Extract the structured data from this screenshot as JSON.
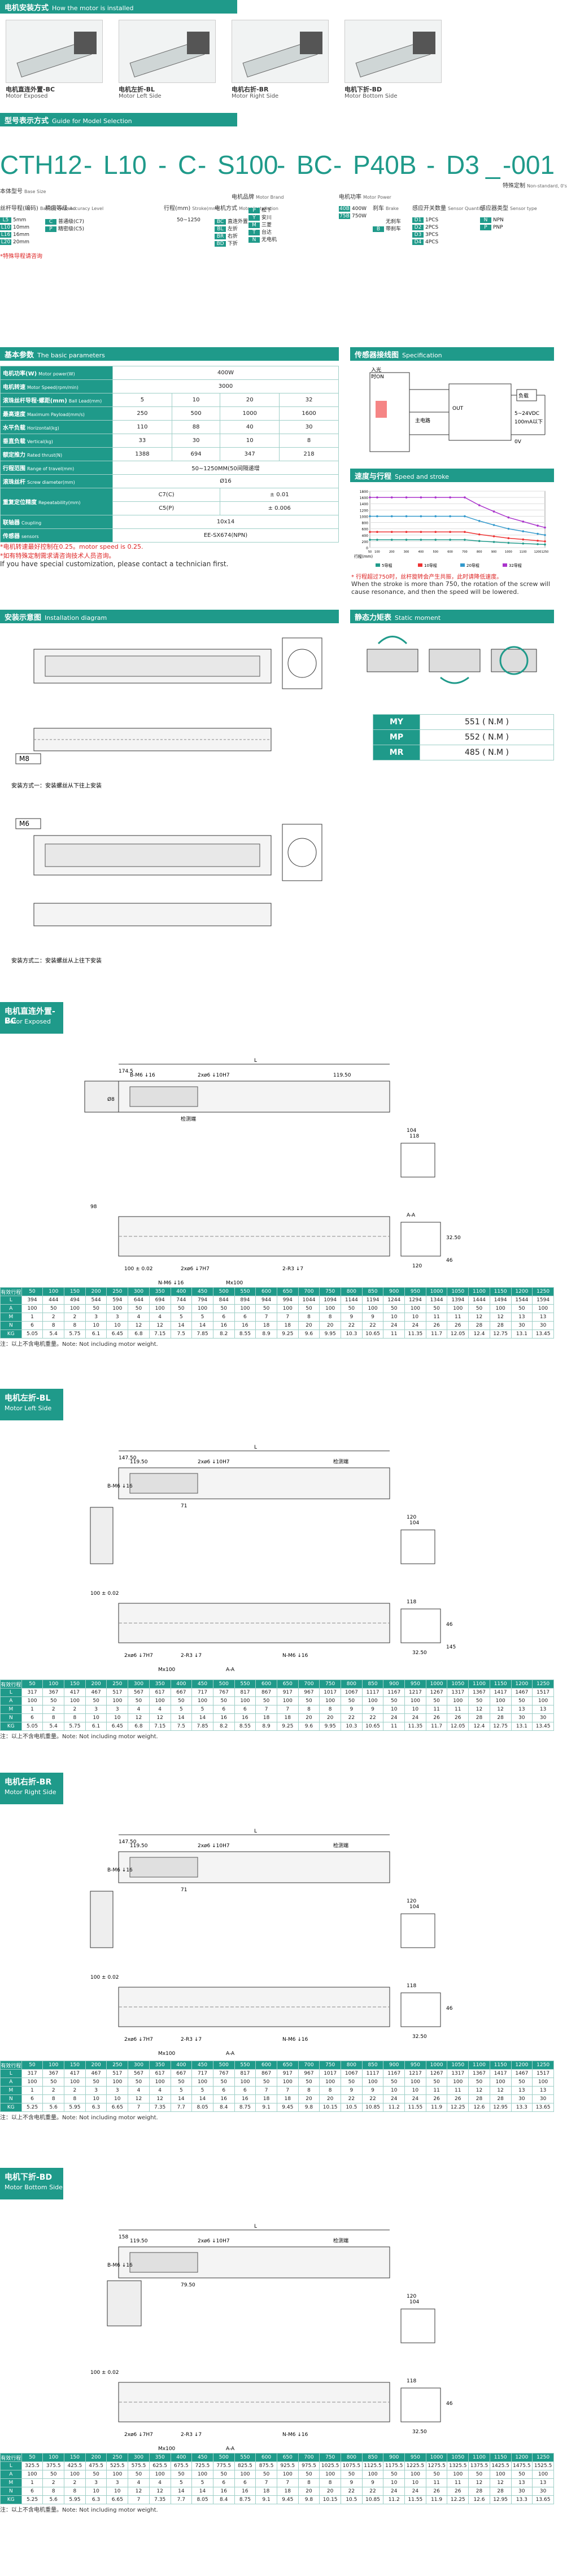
{
  "install": {
    "title": "电机安装方式",
    "title_en": "How the motor is installed",
    "tiles": [
      {
        "code": "电机直连外置-BC",
        "en": "Motor Exposed"
      },
      {
        "code": "电机左折-BL",
        "en": "Motor Left Side"
      },
      {
        "code": "电机右折-BR",
        "en": "Motor Right Side"
      },
      {
        "code": "电机下折-BD",
        "en": "Motor Bottom Side"
      }
    ]
  },
  "model": {
    "title": "型号表示方式",
    "title_en": "Guide for Model Selection",
    "parts": [
      "CTH12",
      "-",
      "L10",
      "-",
      "C",
      "-",
      "S100",
      "-",
      "BC",
      "-",
      "P40B",
      "-",
      "D3",
      "_",
      "-001"
    ],
    "labels": [
      {
        "cn": "本体型号",
        "en": "Base Size"
      },
      {
        "cn": "丝杆导程(编码)",
        "en": "Ball Screw Lead"
      },
      {
        "cn": "精度等级",
        "en": "Accuracy Level"
      },
      {
        "cn": "行程(mm)",
        "en": "Stroke(mm)"
      },
      {
        "cn": "电机方式",
        "en": "Motor Installation"
      },
      {
        "cn": "电机品牌",
        "en": "Motor Brand"
      },
      {
        "cn": "电机功率",
        "en": "Motor Power"
      },
      {
        "cn": "刹车",
        "en": "Brake"
      },
      {
        "cn": "感应开关数量",
        "en": "Sensor Quantity"
      },
      {
        "cn": "感应器类型",
        "en": "Sensor type"
      },
      {
        "cn": "特殊定制",
        "en": "Non-standard, 0's"
      }
    ],
    "lead_opts": [
      [
        "L5",
        "5mm"
      ],
      [
        "L10",
        "10mm"
      ],
      [
        "L16",
        "16mm"
      ],
      [
        "L20",
        "20mm"
      ]
    ],
    "lead_note": "*特殊导程请咨询",
    "accuracy_opts": [
      [
        "C",
        "普通级(C7)"
      ],
      [
        "P",
        "精密级(C5)"
      ]
    ],
    "stroke_opts": [
      [
        "",
        "50~1250"
      ]
    ],
    "install_opts": [
      [
        "BC",
        "直连外置"
      ],
      [
        "BL",
        "左折"
      ],
      [
        "BR",
        "右折"
      ],
      [
        "BD",
        "下折"
      ]
    ],
    "brand_opts": [
      [
        "P",
        "松下"
      ],
      [
        "Y",
        "安川"
      ],
      [
        "M",
        "三菱"
      ],
      [
        "T",
        "台达"
      ],
      [
        "N",
        "无电机"
      ]
    ],
    "power_opts": [
      [
        "40B",
        "400W"
      ],
      [
        "75B",
        "750W"
      ]
    ],
    "brake_opts": [
      [
        "",
        "无刹车"
      ],
      [
        "B",
        "带刹车"
      ]
    ],
    "sensor_qty_opts": [
      [
        "D1",
        "1PCS"
      ],
      [
        "D2",
        "2PCS"
      ],
      [
        "D3",
        "3PCS"
      ],
      [
        "D4",
        "4PCS"
      ]
    ],
    "sensor_type_opts": [
      [
        "N",
        "NPN"
      ],
      [
        "P",
        "PNP"
      ]
    ]
  },
  "params": {
    "title": "基本参数",
    "title_en": "The basic parameters",
    "rows": [
      {
        "cn": "电机功率(W)",
        "en": "Motor power(W)",
        "vals": [
          "400W"
        ]
      },
      {
        "cn": "电机转速",
        "en": "Motor Speed(rpm/min)",
        "vals": [
          "3000"
        ]
      },
      {
        "cn": "滚珠丝杆导程·螺距(mm)",
        "en": "Ball Lead(mm)",
        "vals": [
          "5",
          "10",
          "20",
          "32"
        ]
      },
      {
        "cn": "最高速度",
        "en": "Maximum Payload(mm/s)",
        "vals": [
          "250",
          "500",
          "1000",
          "1600"
        ]
      },
      {
        "cn": "水平负载",
        "en": "Horizontal(kg)",
        "vals": [
          "110",
          "88",
          "40",
          "30"
        ]
      },
      {
        "cn": "垂直负载",
        "en": "Vertical(kg)",
        "vals": [
          "33",
          "30",
          "10",
          "8"
        ]
      },
      {
        "cn": "额定推力",
        "en": "Rated thrust(N)",
        "vals": [
          "1388",
          "694",
          "347",
          "218"
        ]
      },
      {
        "cn": "行程范围",
        "en": "Range of travel(mm)",
        "vals": [
          "50~1250MM(50间隔递增"
        ]
      },
      {
        "cn": "滚珠丝杆",
        "en": "Screw diameter(mm)",
        "vals": [
          "Ø16"
        ]
      },
      {
        "cn": "重复定位精度",
        "en": "Repeatability(mm)",
        "vals": [
          "C7(C)",
          "± 0.01"
        ]
      },
      {
        "cn": "",
        "en": "",
        "vals": [
          "C5(P)",
          "± 0.006"
        ]
      },
      {
        "cn": "联轴器",
        "en": "Coupling",
        "vals": [
          "10x14"
        ]
      },
      {
        "cn": "传感器",
        "en": "sensors",
        "vals": [
          "EE-SX674(NPN)"
        ]
      }
    ],
    "note1": "*电机转速最好控制在0.25。motor speed is 0.25.",
    "note2": "*如有特殊定制需求请咨询技术人员咨询。",
    "note3": "If you have special customization, please contact a technician first."
  },
  "sensor": {
    "title": "传感器接线图",
    "title_en": "Specification",
    "labels": [
      "入光",
      "时ON",
      "OUT",
      "主电路",
      "负载",
      "5~24VDC",
      "100mA以下",
      "0V"
    ]
  },
  "speed": {
    "title": "速度与行程",
    "title_en": "Speed and stroke",
    "note_cn": "* 行程超过750时，丝杆旋转会产生共振，此时请降低速度。",
    "note_en": "When the stroke is more than 750, the rotation of the screw will cause resonance, and then the speed will be lowered.",
    "legend": [
      "5导程",
      "10导程",
      "20导程",
      "32导程"
    ],
    "xlabel": "行程(mm)"
  },
  "chart_data": {
    "type": "line",
    "title": "",
    "xlabel": "行程(mm)",
    "ylabel": "",
    "x": [
      50,
      100,
      200,
      300,
      400,
      500,
      600,
      700,
      800,
      900,
      1000,
      1100,
      1200,
      1250
    ],
    "ylim": [
      0,
      1800
    ],
    "series": [
      {
        "name": "5导程",
        "values": [
          250,
          250,
          250,
          250,
          250,
          250,
          250,
          250,
          210,
          180,
          150,
          130,
          110,
          100
        ]
      },
      {
        "name": "10导程",
        "values": [
          500,
          500,
          500,
          500,
          500,
          500,
          500,
          500,
          420,
          360,
          300,
          260,
          220,
          200
        ]
      },
      {
        "name": "20导程",
        "values": [
          1000,
          1000,
          1000,
          1000,
          1000,
          1000,
          1000,
          1000,
          850,
          720,
          600,
          520,
          440,
          400
        ]
      },
      {
        "name": "32导程",
        "values": [
          1600,
          1600,
          1600,
          1600,
          1600,
          1600,
          1600,
          1600,
          1350,
          1150,
          960,
          830,
          700,
          640
        ]
      }
    ]
  },
  "diagram": {
    "title": "安装示意图",
    "title_en": "Installation diagram",
    "m8": "M8",
    "m6": "M6",
    "way1": "安装方式一：安装螺丝从下往上安装",
    "way2": "安装方式二：安装螺丝从上往下安装"
  },
  "moment": {
    "title": "静态力矩表",
    "title_en": "Static moment",
    "rows": [
      {
        "k": "MY",
        "v": "551 ( N.M )"
      },
      {
        "k": "MP",
        "v": "552 ( N.M )"
      },
      {
        "k": "MR",
        "v": "485 ( N.M )"
      }
    ]
  },
  "variants": [
    {
      "code": "电机直连外置-BC",
      "en": "Motor Exposed",
      "dims": [
        "L",
        "174.5",
        "B-M6 ↓16",
        "2xø6 ↓10H7",
        "Ø8",
        "119.50",
        "检测端",
        "98",
        "100 ± 0.02",
        "2xø6 ↓7H7",
        "2-R3 ↓7",
        "N-M6 ↓16",
        "Mx100",
        "A-A",
        "118",
        "104",
        "120",
        "32.50",
        "46"
      ]
    },
    {
      "code": "电机左折-BL",
      "en": "Motor Left Side",
      "dims": [
        "L",
        "147.50",
        "119.50",
        "2xø6 ↓10H7",
        "B-M6 ↓16",
        "检测端",
        "71",
        "100 ± 0.02",
        "2xø6 ↓7H7",
        "2-R3 ↓7",
        "N-M6 ↓16",
        "Mx100",
        "A-A",
        "118",
        "104",
        "120",
        "32.50",
        "46",
        "145"
      ]
    },
    {
      "code": "电机右折-BR",
      "en": "Motor Right Side",
      "dims": [
        "L",
        "147.50",
        "119.50",
        "2xø6 ↓10H7",
        "B-M6 ↓16",
        "检测端",
        "71",
        "100 ± 0.02",
        "2xø6 ↓7H7",
        "2-R3 ↓7",
        "N-M6 ↓16",
        "Mx100",
        "A-A",
        "118",
        "104",
        "120",
        "32.50",
        "46"
      ]
    },
    {
      "code": "电机下折-BD",
      "en": "Motor Bottom Side",
      "dims": [
        "L",
        "158",
        "119.50",
        "2xø6 ↓10H7",
        "B-M6 ↓16",
        "检测端",
        "79.50",
        "100 ± 0.02",
        "2xø6 ↓7H7",
        "2-R3 ↓7",
        "N-M6 ↓16",
        "Mx100",
        "A-A",
        "118",
        "104",
        "120",
        "32.50",
        "46"
      ]
    }
  ],
  "tables": [
    {
      "rows": [
        [
          "有效行程",
          50,
          100,
          150,
          200,
          250,
          300,
          350,
          400,
          450,
          500,
          550,
          600,
          650,
          700,
          750,
          800,
          850,
          900,
          950,
          1000,
          1050,
          1100,
          1150,
          1200,
          1250
        ],
        [
          "L",
          394,
          444,
          494,
          544,
          594,
          644,
          694,
          744,
          794,
          844,
          894,
          944,
          994,
          1044,
          1094,
          1144,
          1194,
          1244,
          1294,
          1344,
          1394,
          1444,
          1494,
          1544,
          1594
        ],
        [
          "A",
          100,
          50,
          100,
          50,
          100,
          50,
          100,
          50,
          100,
          50,
          100,
          50,
          100,
          50,
          100,
          50,
          100,
          50,
          100,
          50,
          100,
          50,
          100,
          50,
          100
        ],
        [
          "M",
          1,
          2,
          2,
          3,
          3,
          4,
          4,
          5,
          5,
          6,
          6,
          7,
          7,
          8,
          8,
          9,
          9,
          10,
          10,
          11,
          11,
          12,
          12,
          13,
          13
        ],
        [
          "N",
          6,
          8,
          8,
          10,
          10,
          12,
          12,
          14,
          14,
          16,
          16,
          18,
          18,
          20,
          20,
          22,
          22,
          24,
          24,
          26,
          26,
          28,
          28,
          30,
          30
        ],
        [
          "KG",
          5.05,
          5.4,
          5.75,
          6.1,
          6.45,
          6.8,
          7.15,
          7.5,
          7.85,
          8.2,
          8.55,
          8.9,
          9.25,
          9.6,
          9.95,
          10.3,
          10.65,
          11,
          11.35,
          11.7,
          12.05,
          12.4,
          12.75,
          13.1,
          13.45
        ]
      ],
      "note": "注：以上不含电机重量。Note: Not including motor weight."
    },
    {
      "rows": [
        [
          "有效行程",
          50,
          100,
          150,
          200,
          250,
          300,
          350,
          400,
          450,
          500,
          550,
          600,
          650,
          700,
          750,
          800,
          850,
          900,
          950,
          1000,
          1050,
          1100,
          1150,
          1200,
          1250
        ],
        [
          "L",
          317,
          367,
          417,
          467,
          517,
          567,
          617,
          667,
          717,
          767,
          817,
          867,
          917,
          967,
          1017,
          1067,
          1117,
          1167,
          1217,
          1267,
          1317,
          1367,
          1417,
          1467,
          1517
        ],
        [
          "A",
          100,
          50,
          100,
          50,
          100,
          50,
          100,
          50,
          100,
          50,
          100,
          50,
          100,
          50,
          100,
          50,
          100,
          50,
          100,
          50,
          100,
          50,
          100,
          50,
          100
        ],
        [
          "M",
          1,
          2,
          2,
          3,
          3,
          4,
          4,
          5,
          5,
          6,
          6,
          7,
          7,
          8,
          8,
          9,
          9,
          10,
          10,
          11,
          11,
          12,
          12,
          13,
          13
        ],
        [
          "N",
          6,
          8,
          8,
          10,
          10,
          12,
          12,
          14,
          14,
          16,
          16,
          18,
          18,
          20,
          20,
          22,
          22,
          24,
          24,
          26,
          26,
          28,
          28,
          30,
          30
        ],
        [
          "KG",
          5.05,
          5.4,
          5.75,
          6.1,
          6.45,
          6.8,
          7.15,
          7.5,
          7.85,
          8.2,
          8.55,
          8.9,
          9.25,
          9.6,
          9.95,
          10.3,
          10.65,
          11,
          11.35,
          11.7,
          12.05,
          12.4,
          12.75,
          13.1,
          13.45
        ]
      ],
      "note": "注：以上不含电机重量。Note: Not including motor weight."
    },
    {
      "rows": [
        [
          "有效行程",
          50,
          100,
          150,
          200,
          250,
          300,
          350,
          400,
          450,
          500,
          550,
          600,
          650,
          700,
          750,
          800,
          850,
          900,
          950,
          1000,
          1050,
          1100,
          1150,
          1200,
          1250
        ],
        [
          "L",
          317,
          367,
          417,
          467,
          517,
          567,
          617,
          667,
          717,
          767,
          817,
          867,
          917,
          967,
          1017,
          1067,
          1117,
          1167,
          1217,
          1267,
          1317,
          1367,
          1417,
          1467,
          1517
        ],
        [
          "A",
          100,
          50,
          100,
          50,
          100,
          50,
          100,
          50,
          100,
          50,
          100,
          50,
          100,
          50,
          100,
          50,
          100,
          50,
          100,
          50,
          100,
          50,
          100,
          50,
          100
        ],
        [
          "M",
          1,
          2,
          2,
          3,
          3,
          4,
          4,
          5,
          5,
          6,
          6,
          7,
          7,
          8,
          8,
          9,
          9,
          10,
          10,
          11,
          11,
          12,
          12,
          13,
          13
        ],
        [
          "N",
          6,
          8,
          8,
          10,
          10,
          12,
          12,
          14,
          14,
          16,
          16,
          18,
          18,
          20,
          20,
          22,
          22,
          24,
          24,
          26,
          26,
          28,
          28,
          30,
          30
        ],
        [
          "KG",
          5.25,
          5.6,
          5.95,
          6.3,
          6.65,
          7,
          7.35,
          7.7,
          8.05,
          8.4,
          8.75,
          9.1,
          9.45,
          9.8,
          10.15,
          10.5,
          10.85,
          11.2,
          11.55,
          11.9,
          12.25,
          12.6,
          12.95,
          13.3,
          13.65
        ]
      ],
      "note": "注：以上不含电机重量。Note: Not including motor weight."
    },
    {
      "rows": [
        [
          "有效行程",
          50,
          100,
          150,
          200,
          250,
          300,
          350,
          400,
          450,
          500,
          550,
          600,
          650,
          700,
          750,
          800,
          850,
          900,
          950,
          1000,
          1050,
          1100,
          1150,
          1200,
          1250
        ],
        [
          "L",
          "325.5",
          "375.5",
          "425.5",
          "475.5",
          "525.5",
          "575.5",
          "625.5",
          "675.5",
          "725.5",
          "775.5",
          "825.5",
          "875.5",
          "925.5",
          "975.5",
          "1025.5",
          "1075.5",
          "1125.5",
          "1175.5",
          "1225.5",
          "1275.5",
          "1325.5",
          "1375.5",
          "1425.5",
          "1475.5",
          "1525.5"
        ],
        [
          "A",
          100,
          50,
          100,
          50,
          100,
          50,
          100,
          50,
          100,
          50,
          100,
          50,
          100,
          50,
          100,
          50,
          100,
          50,
          100,
          50,
          100,
          50,
          100,
          50,
          100
        ],
        [
          "M",
          1,
          2,
          2,
          3,
          3,
          4,
          4,
          5,
          5,
          6,
          6,
          7,
          7,
          8,
          8,
          9,
          9,
          10,
          10,
          11,
          11,
          12,
          12,
          13,
          13
        ],
        [
          "N",
          6,
          8,
          8,
          10,
          10,
          12,
          12,
          14,
          14,
          16,
          16,
          18,
          18,
          20,
          20,
          22,
          22,
          24,
          24,
          26,
          26,
          28,
          28,
          30,
          30
        ],
        [
          "KG",
          5.25,
          5.6,
          5.95,
          6.3,
          6.65,
          7,
          7.35,
          7.7,
          8.05,
          8.4,
          8.75,
          9.1,
          9.45,
          9.8,
          10.15,
          10.5,
          10.85,
          11.2,
          11.55,
          11.9,
          12.25,
          12.6,
          12.95,
          13.3,
          13.65
        ]
      ],
      "note": "注：以上不含电机重量。Note: Not including motor weight."
    }
  ]
}
